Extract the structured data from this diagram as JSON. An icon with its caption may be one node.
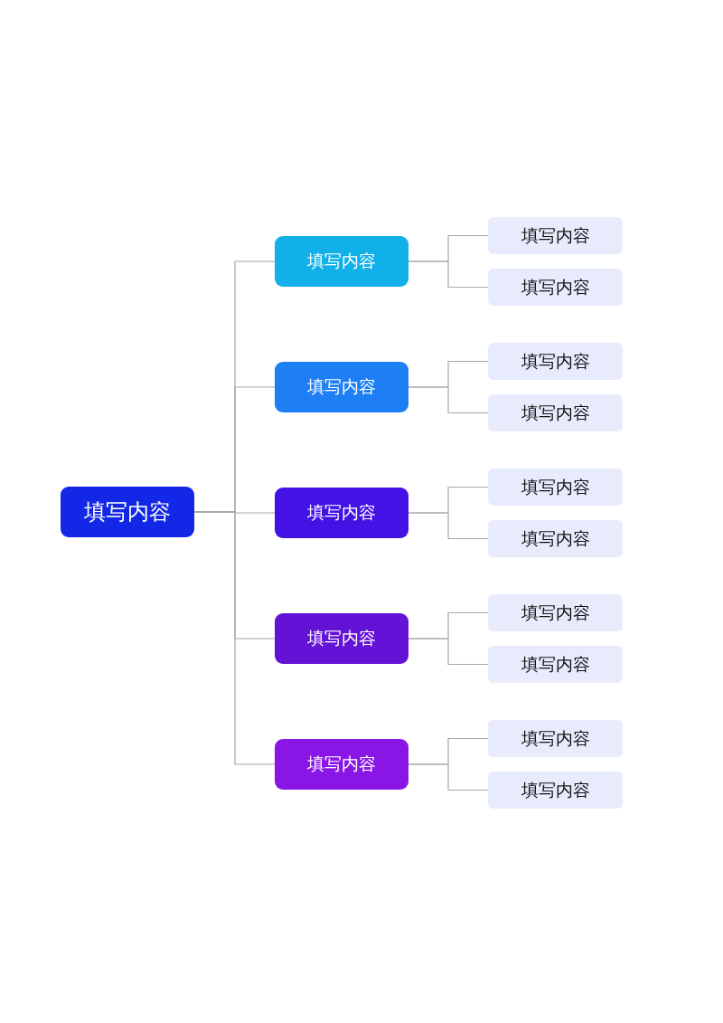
{
  "diagram": {
    "nodes": [
      {
        "text": [
          "填写内容"
        ]
      },
      {
        "text": [
          "填写内容"
        ]
      },
      {
        "text": [
          "填写内容"
        ]
      },
      {
        "text": [
          "填写内容"
        ]
      },
      {
        "text": [
          "填写内容"
        ]
      },
      {
        "text": [
          "填写内容"
        ]
      },
      {
        "text": [
          "填写内容"
        ]
      },
      {
        "text": [
          "填写内容"
        ]
      },
      {
        "text": [
          "填写内容"
        ]
      },
      {
        "text": [
          "填写内容"
        ]
      },
      {
        "text": [
          "填写内容"
        ]
      },
      {
        "text": [
          "填写内容"
        ]
      },
      {
        "text": [
          "填写内容"
        ]
      },
      {
        "text": [
          "填写内容"
        ]
      },
      {
        "text": [
          "填写内容"
        ]
      },
      {
        "text": [
          "填写内容"
        ]
      }
    ],
    "edges": [
      {
        "from": 0,
        "to": 1,
        "arrow": "none"
      },
      {
        "from": 1,
        "to": 2,
        "arrow": "none"
      },
      {
        "from": 1,
        "to": 3,
        "arrow": "none"
      },
      {
        "from": 0,
        "to": 4,
        "arrow": "none"
      },
      {
        "from": 4,
        "to": 5,
        "arrow": "none"
      },
      {
        "from": 4,
        "to": 6,
        "arrow": "none"
      },
      {
        "from": 0,
        "to": 7,
        "arrow": "none"
      },
      {
        "from": 7,
        "to": 8,
        "arrow": "none"
      },
      {
        "from": 7,
        "to": 9,
        "arrow": "none"
      },
      {
        "from": 0,
        "to": 10,
        "arrow": "none"
      },
      {
        "from": 10,
        "to": 11,
        "arrow": "none"
      },
      {
        "from": 10,
        "to": 12,
        "arrow": "none"
      },
      {
        "from": 0,
        "to": 13,
        "arrow": "none"
      },
      {
        "from": 13,
        "to": 14,
        "arrow": "none"
      },
      {
        "from": 13,
        "to": 15,
        "arrow": "none"
      }
    ]
  }
}
